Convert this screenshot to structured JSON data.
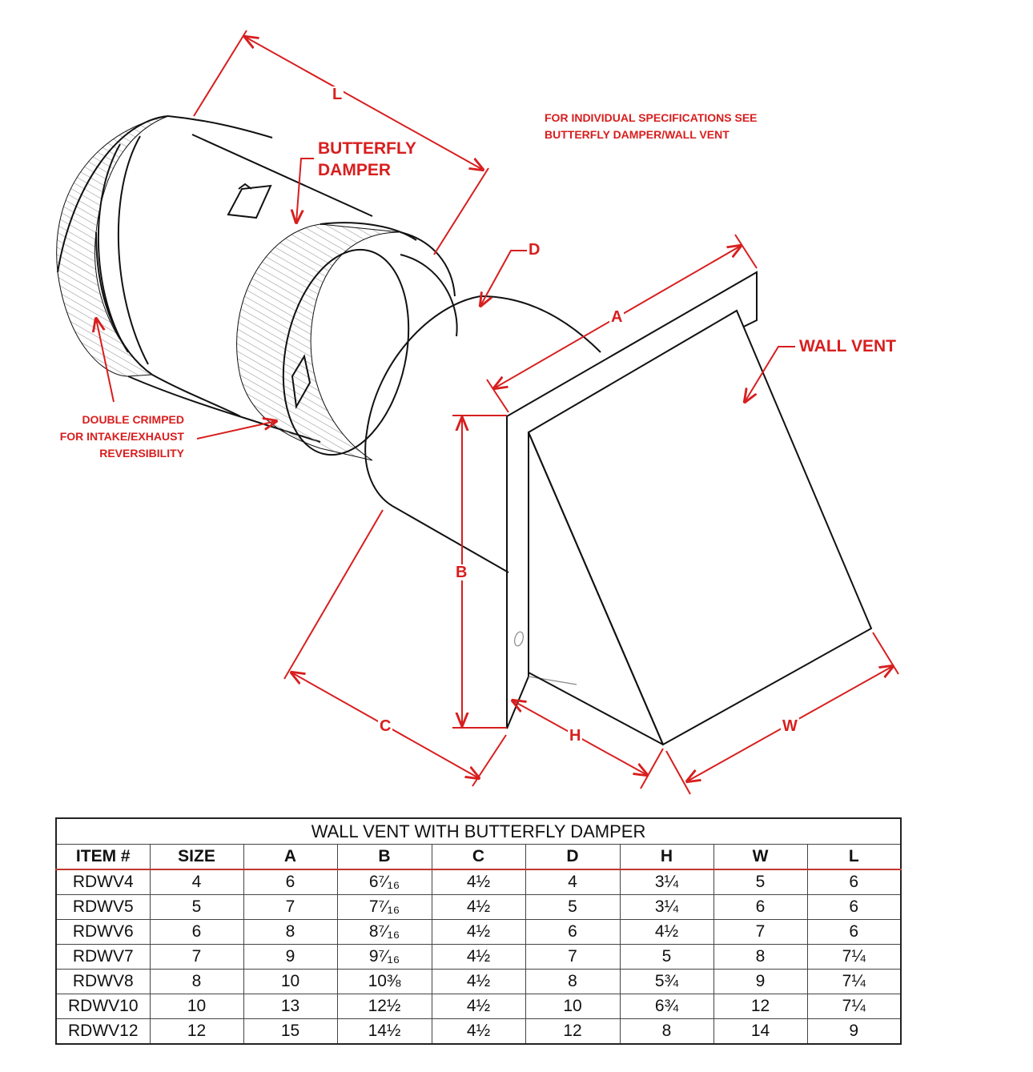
{
  "labels": {
    "dim_L": "L",
    "dim_D": "D",
    "dim_A": "A",
    "dim_B": "B",
    "dim_C": "C",
    "dim_H": "H",
    "dim_W": "W",
    "butterfly_line1": "BUTTERFLY",
    "butterfly_line2": "DAMPER",
    "wall_vent": "WALL VENT",
    "spec_note_line1": "FOR INDIVIDUAL SPECIFICATIONS SEE",
    "spec_note_line2": "BUTTERFLY DAMPER/WALL VENT",
    "crimp_line1": "DOUBLE CRIMPED",
    "crimp_line2": "FOR INTAKE/EXHAUST",
    "crimp_line3": "REVERSIBILITY"
  },
  "colors": {
    "annotation": "#d81e1e",
    "line": "#111111",
    "hatch": "#9a9a9a"
  },
  "table": {
    "title": "WALL VENT WITH BUTTERFLY DAMPER",
    "headers": [
      "ITEM #",
      "SIZE",
      "A",
      "B",
      "C",
      "D",
      "H",
      "W",
      "L"
    ],
    "rows": [
      [
        "RDWV4",
        "4",
        "6",
        "6⁷⁄₁₆",
        "4½",
        "4",
        "3¼",
        "5",
        "6"
      ],
      [
        "RDWV5",
        "5",
        "7",
        "7⁷⁄₁₆",
        "4½",
        "5",
        "3¼",
        "6",
        "6"
      ],
      [
        "RDWV6",
        "6",
        "8",
        "8⁷⁄₁₆",
        "4½",
        "6",
        "4½",
        "7",
        "6"
      ],
      [
        "RDWV7",
        "7",
        "9",
        "9⁷⁄₁₆",
        "4½",
        "7",
        "5",
        "8",
        "7¼"
      ],
      [
        "RDWV8",
        "8",
        "10",
        "10⅜",
        "4½",
        "8",
        "5¾",
        "9",
        "7¼"
      ],
      [
        "RDWV10",
        "10",
        "13",
        "12½",
        "4½",
        "10",
        "6¾",
        "12",
        "7¼"
      ],
      [
        "RDWV12",
        "12",
        "15",
        "14½",
        "4½",
        "12",
        "8",
        "14",
        "9"
      ]
    ]
  }
}
